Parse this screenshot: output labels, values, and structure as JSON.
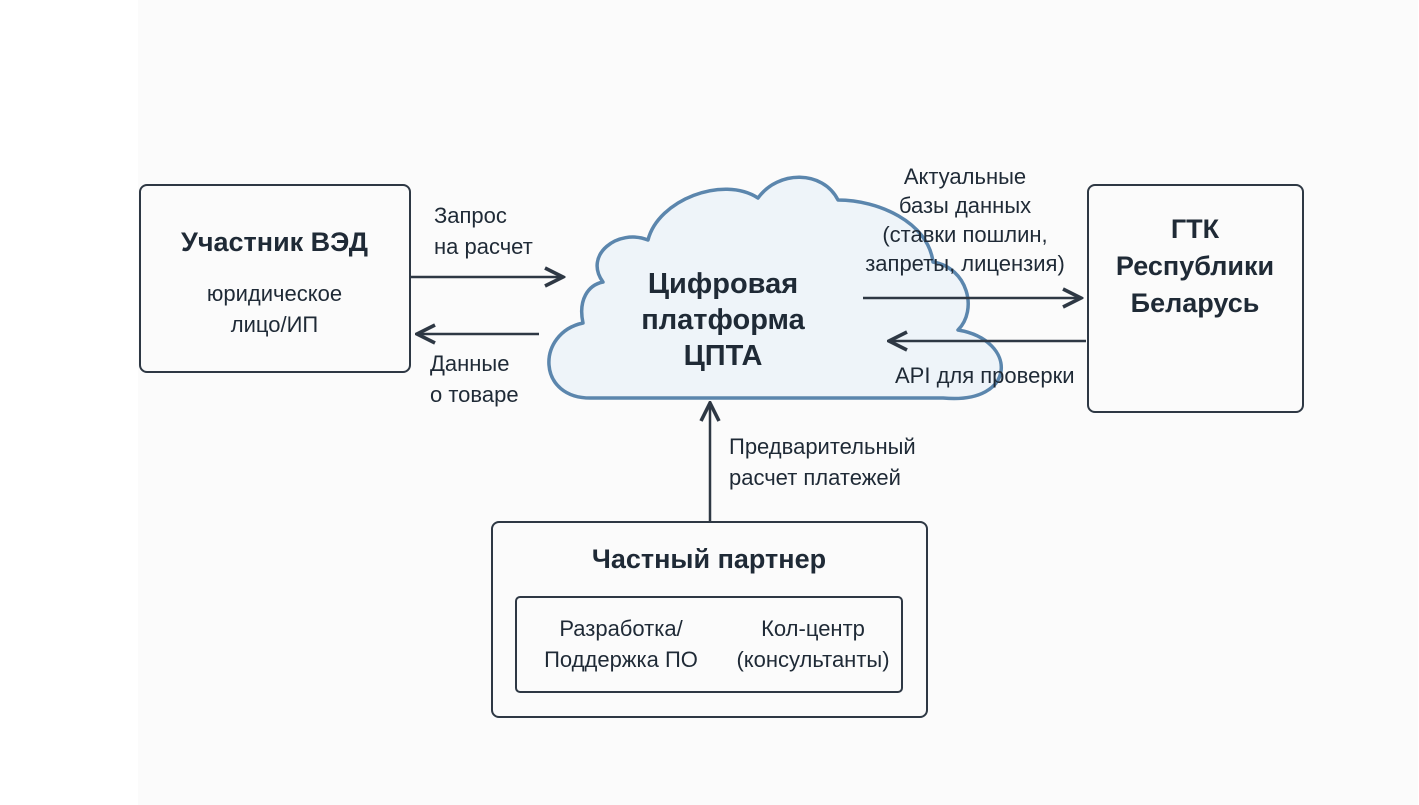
{
  "participant": {
    "title": "Участник ВЭД",
    "subtitle": "юридическое\nлицо/ИП"
  },
  "platform": {
    "title": "Цифровая\nплатформа\nЦПТА"
  },
  "gtk": {
    "title": "ГТК\nРеспублики\nБеларусь"
  },
  "partner": {
    "title": "Частный партнер",
    "development": "Разработка/\nПоддержка ПО",
    "callcenter": "Кол-центр\n(консультанты)"
  },
  "flows": {
    "request": "Запрос\nна расчет",
    "product_data": "Данные\nо товаре",
    "databases": "Актуальные\nбазы данных\n(ставки пошлин,\nзапреты, лицензия)",
    "api": "API для проверки",
    "preliminary": "Предварительный\nрасчет платежей"
  },
  "colors": {
    "cloud_stroke": "#5b86ad",
    "cloud_fill": "#eef4f9",
    "box_stroke": "#2e3844",
    "arrow": "#2e3844"
  }
}
